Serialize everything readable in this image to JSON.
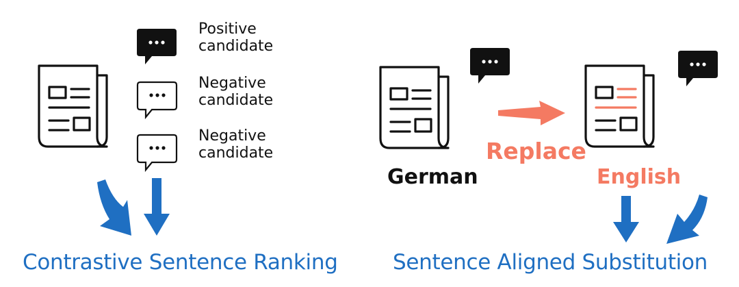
{
  "colors": {
    "blue": "#1f6fc2",
    "accent": "#f47a62",
    "ink": "#111111"
  },
  "left_panel": {
    "icons": [
      "newspaper-icon",
      "filled-speech-bubble-icon",
      "outline-speech-bubble-icon"
    ],
    "candidates": [
      {
        "line1": "Positive",
        "line2": "candidate"
      },
      {
        "line1": "Negative",
        "line2": "candidate"
      },
      {
        "line1": "Negative",
        "line2": "candidate"
      }
    ],
    "caption": "Contrastive Sentence Ranking"
  },
  "right_panel": {
    "source_label": "German",
    "target_label": "English",
    "action_label": "Replace",
    "caption": "Sentence Aligned Substitution"
  }
}
